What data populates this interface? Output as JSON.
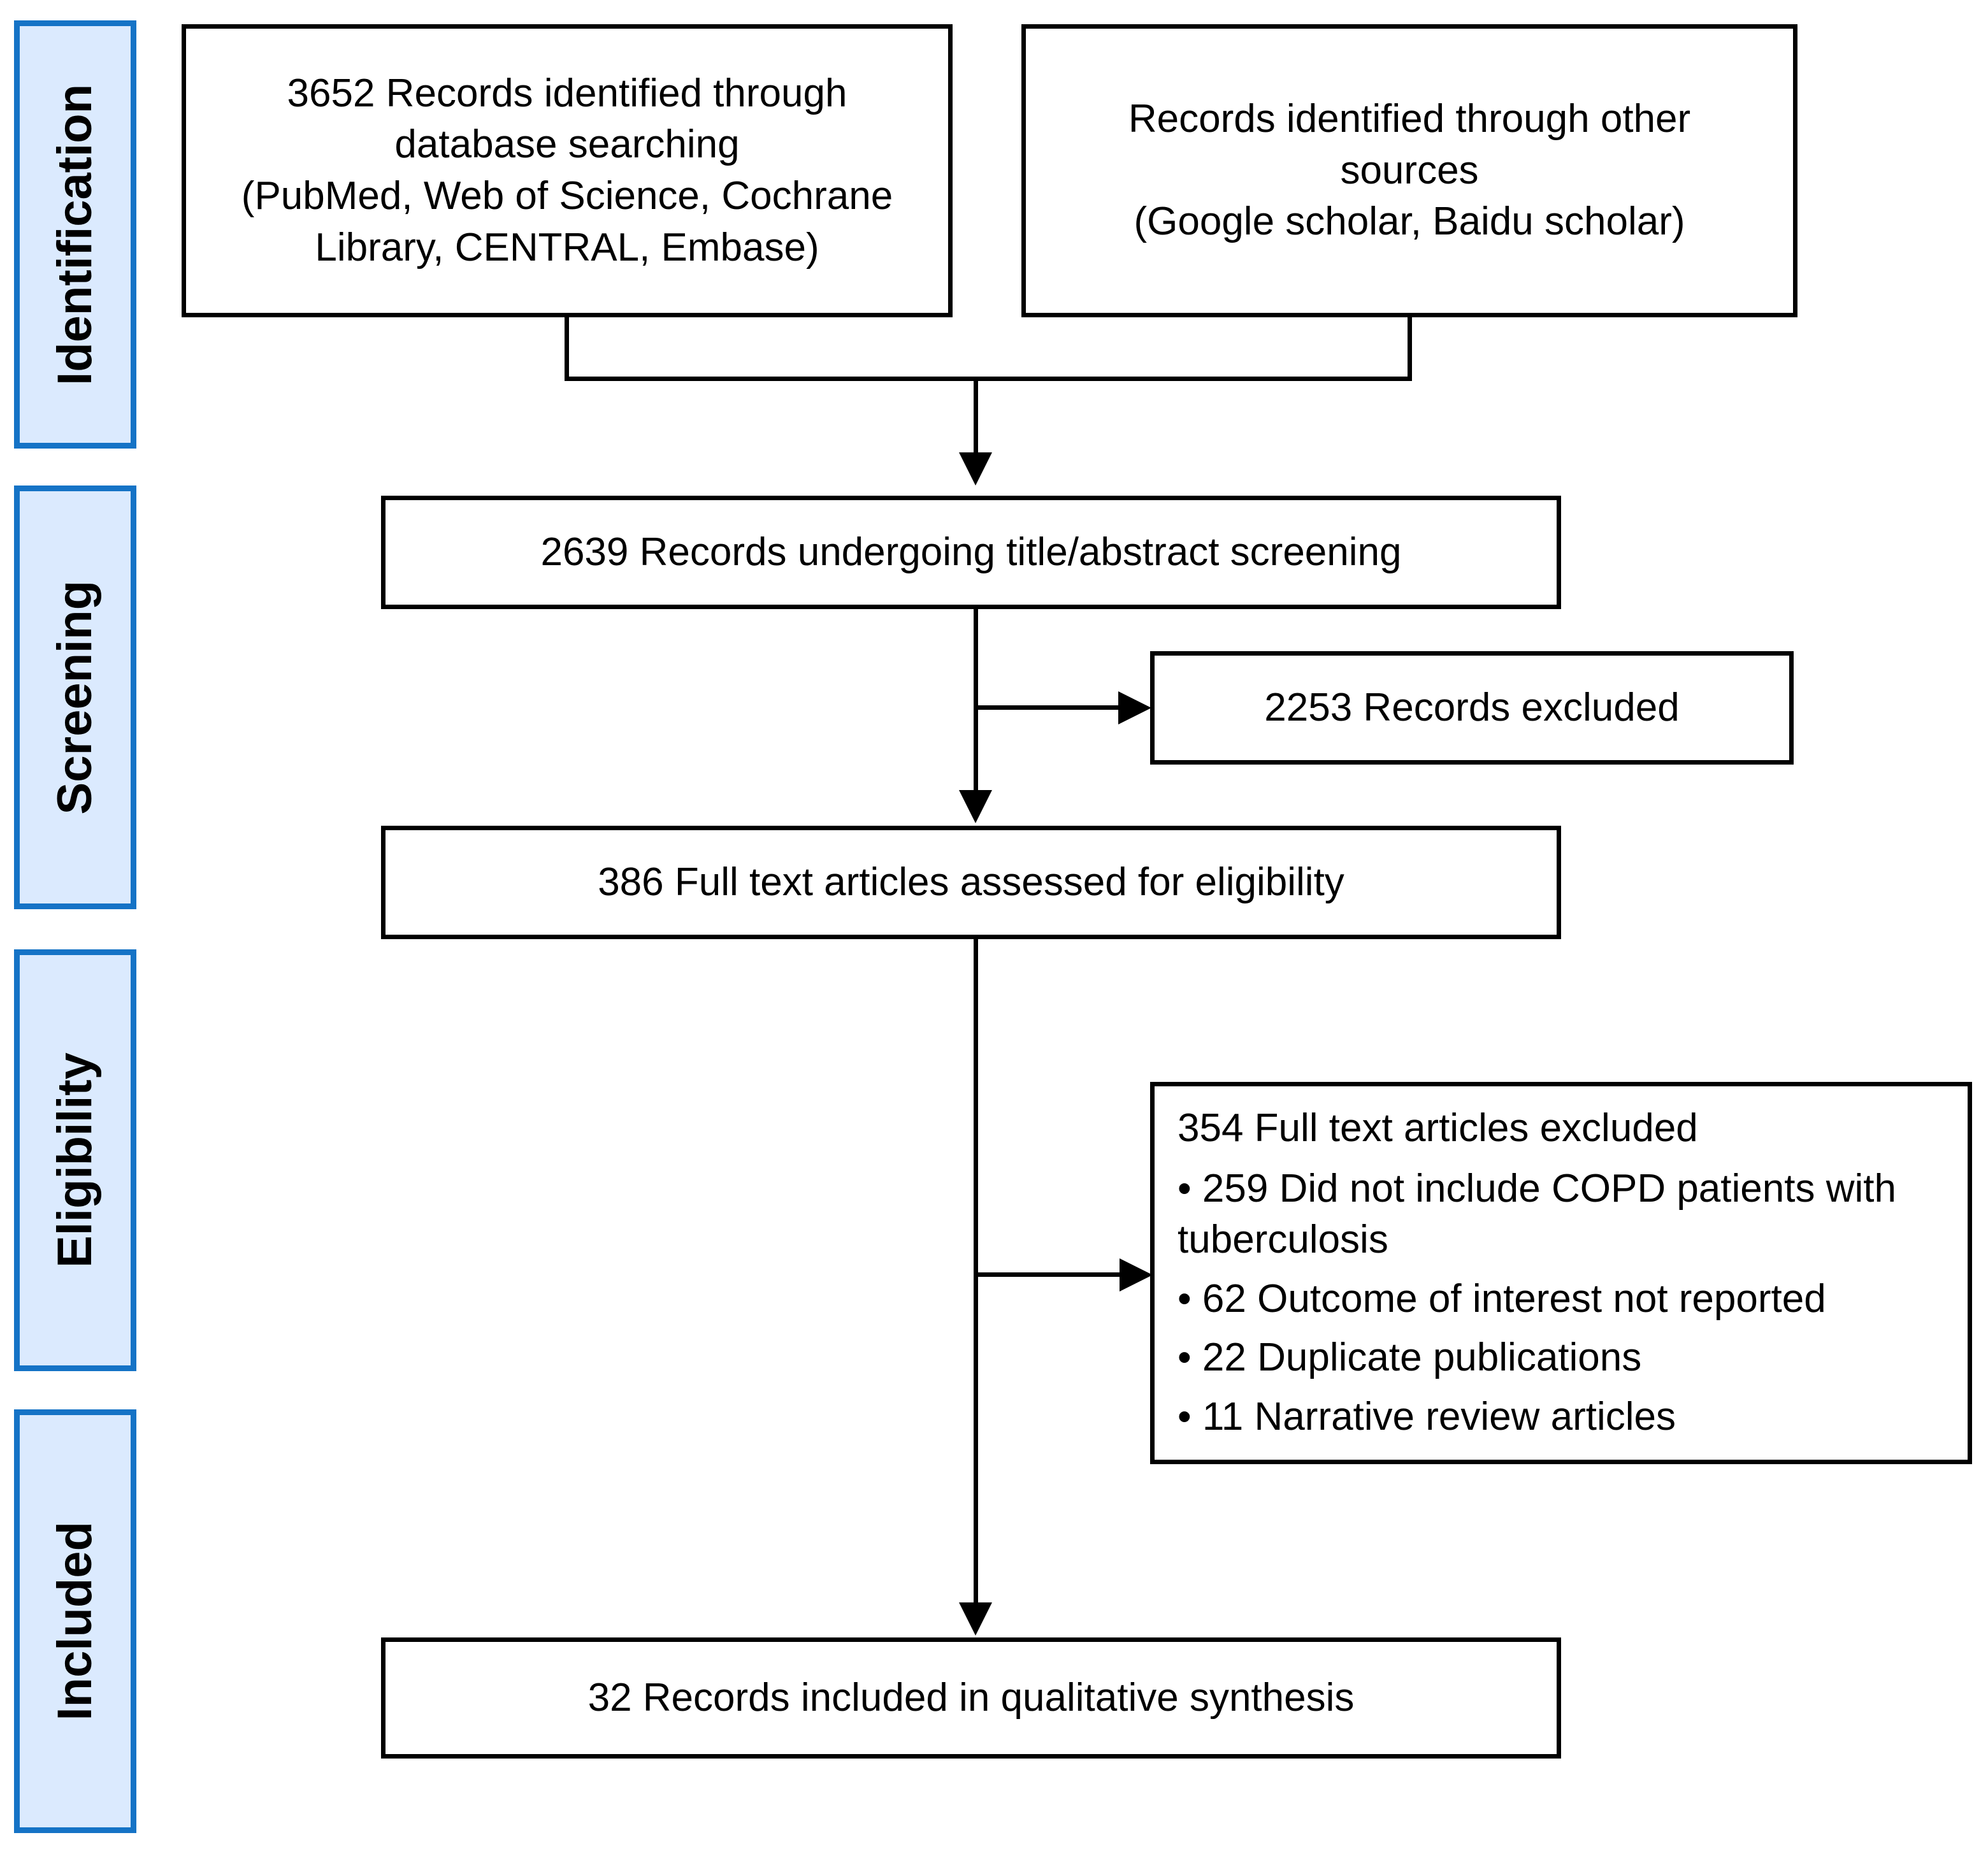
{
  "diagram": {
    "type": "prisma-flow-diagram",
    "phases": [
      {
        "id": "identification",
        "label": "Identification"
      },
      {
        "id": "screening",
        "label": "Screening"
      },
      {
        "id": "eligibility",
        "label": "Eligibility"
      },
      {
        "id": "included",
        "label": "Included"
      }
    ],
    "colors": {
      "phase_border": "#1573c6",
      "phase_fill": "#dbeafe",
      "box_border": "#000000",
      "box_fill": "#ffffff",
      "text": "#000000"
    },
    "nodes": {
      "database_search": {
        "line1": "3652 Records identified through",
        "line2": "database searching",
        "line3": "(PubMed, Web of Science, Cochrane",
        "line4": "Library, CENTRAL, Embase)",
        "count": 3652
      },
      "other_sources": {
        "line1": "Records identified through other",
        "line2": "sources",
        "line3": "(Google scholar, Baidu scholar)",
        "count": null
      },
      "title_abstract_screening": {
        "text": "2639 Records undergoing title/abstract screening",
        "count": 2639
      },
      "records_excluded": {
        "text": "2253 Records excluded",
        "count": 2253
      },
      "full_text_assessed": {
        "text": "386 Full text articles assessed for eligibility",
        "count": 386
      },
      "full_text_excluded": {
        "heading": "354 Full text articles excluded",
        "count": 354,
        "reasons": [
          "• 259 Did not include COPD patients with tuberculosis",
          "• 62 Outcome of interest not reported",
          "• 22 Duplicate publications",
          "• 11 Narrative review articles"
        ]
      },
      "qualitative_synthesis": {
        "text": "32 Records included in qualitative synthesis",
        "count": 32
      }
    }
  }
}
